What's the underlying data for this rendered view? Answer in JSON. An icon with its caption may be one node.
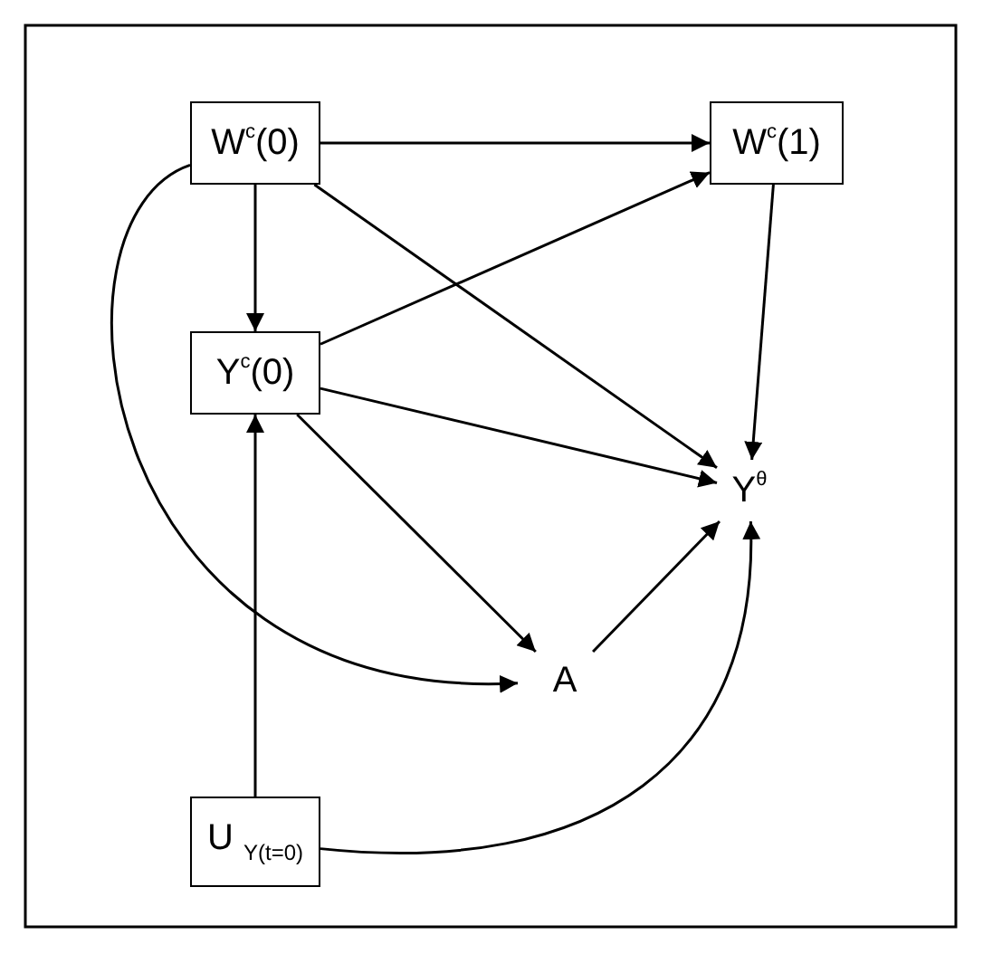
{
  "diagram": {
    "nodes": [
      {
        "text": [
          "W$^{c}$(0)"
        ]
      },
      {
        "text": [
          "W$^{c}$(1)"
        ]
      },
      {
        "text": [
          "Y$^{c}$(0)"
        ]
      },
      {
        "text": [
          "Y$^{θ}$"
        ]
      },
      {
        "text": [
          "A"
        ]
      },
      {
        "text": [
          "U $_{Y(t=0)}$"
        ]
      }
    ],
    "edges": [
      {
        "from": 0,
        "to": 1,
        "arrow": "to"
      },
      {
        "from": 0,
        "to": 2,
        "arrow": "to"
      },
      {
        "from": 0,
        "to": 3,
        "arrow": "to"
      },
      {
        "from": 0,
        "to": 4,
        "arrow": "to"
      },
      {
        "from": 2,
        "to": 1,
        "arrow": "to"
      },
      {
        "from": 2,
        "to": 3,
        "arrow": "to"
      },
      {
        "from": 2,
        "to": 4,
        "arrow": "to"
      },
      {
        "from": 1,
        "to": 3,
        "arrow": "to"
      },
      {
        "from": 4,
        "to": 3,
        "arrow": "to"
      },
      {
        "from": 5,
        "to": 2,
        "arrow": "to"
      },
      {
        "from": 5,
        "to": 3,
        "arrow": "to"
      }
    ]
  }
}
